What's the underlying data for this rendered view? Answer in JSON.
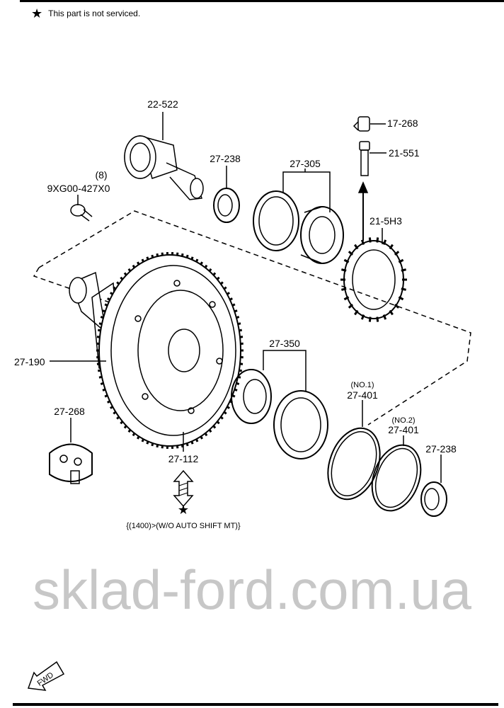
{
  "header": {
    "note_icon": "star-icon",
    "note": "This part is not serviced."
  },
  "parts": {
    "p22_522": "22-522",
    "p27_238_top": "27-238",
    "p27_305": "27-305",
    "p17_268": "17-268",
    "p21_551": "21-551",
    "p21_5H3": "21-5H3",
    "bolt_qty": "(8)",
    "bolt": "9XG00-427X0",
    "p27_350": "27-350",
    "p27_190": "27-190",
    "p27_268": "27-268",
    "p27_112": "27-112",
    "no1": "(NO.1)",
    "p27_401_a": "27-401",
    "no2": "(NO.2)",
    "p27_401_b": "27-401",
    "p27_238_bot": "27-238"
  },
  "footnote": "{(1400)>(W/O AUTO SHIFT MT)}",
  "fwd_label": "FWD",
  "watermark": "sklad-ford.com.ua"
}
